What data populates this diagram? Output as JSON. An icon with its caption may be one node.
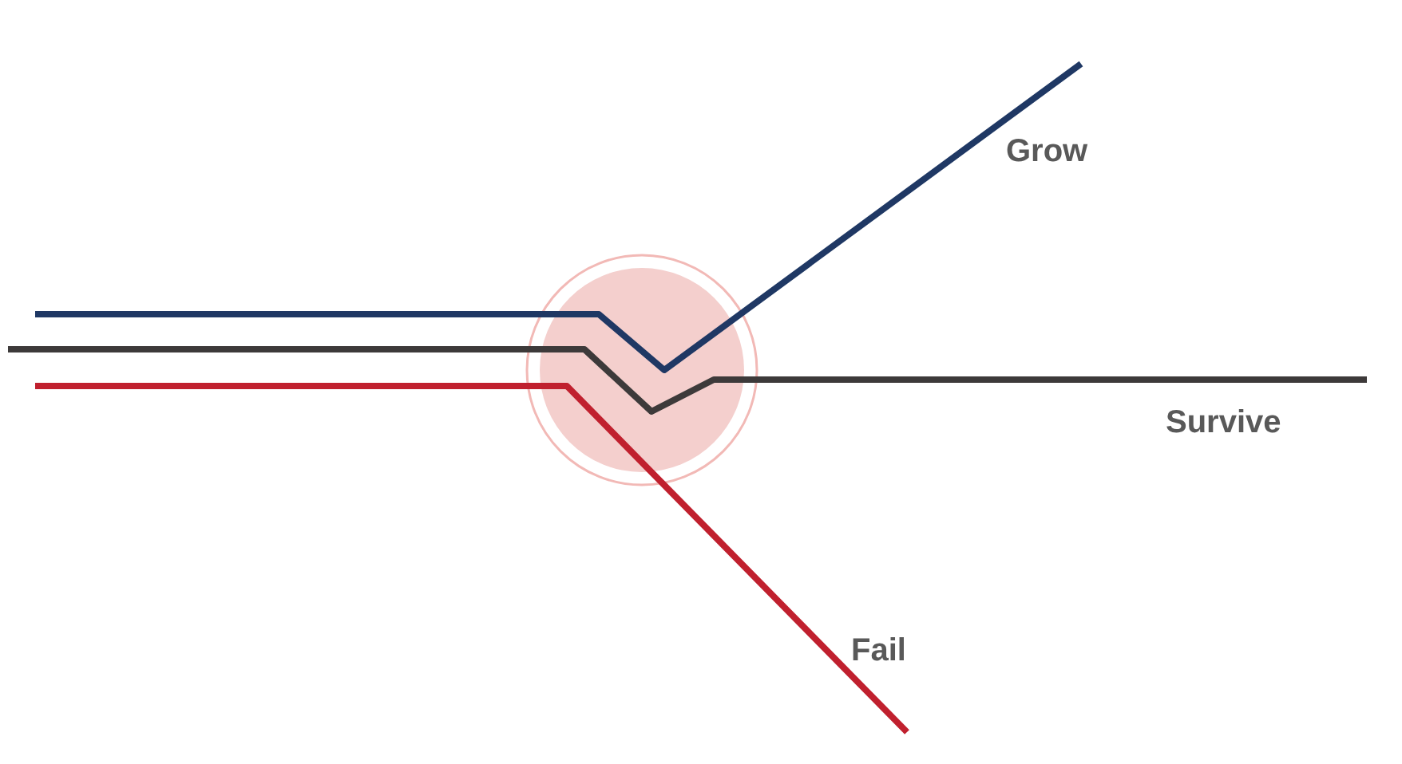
{
  "diagram": {
    "labels": [
      "Grow",
      "Survive",
      "Fail"
    ]
  }
}
